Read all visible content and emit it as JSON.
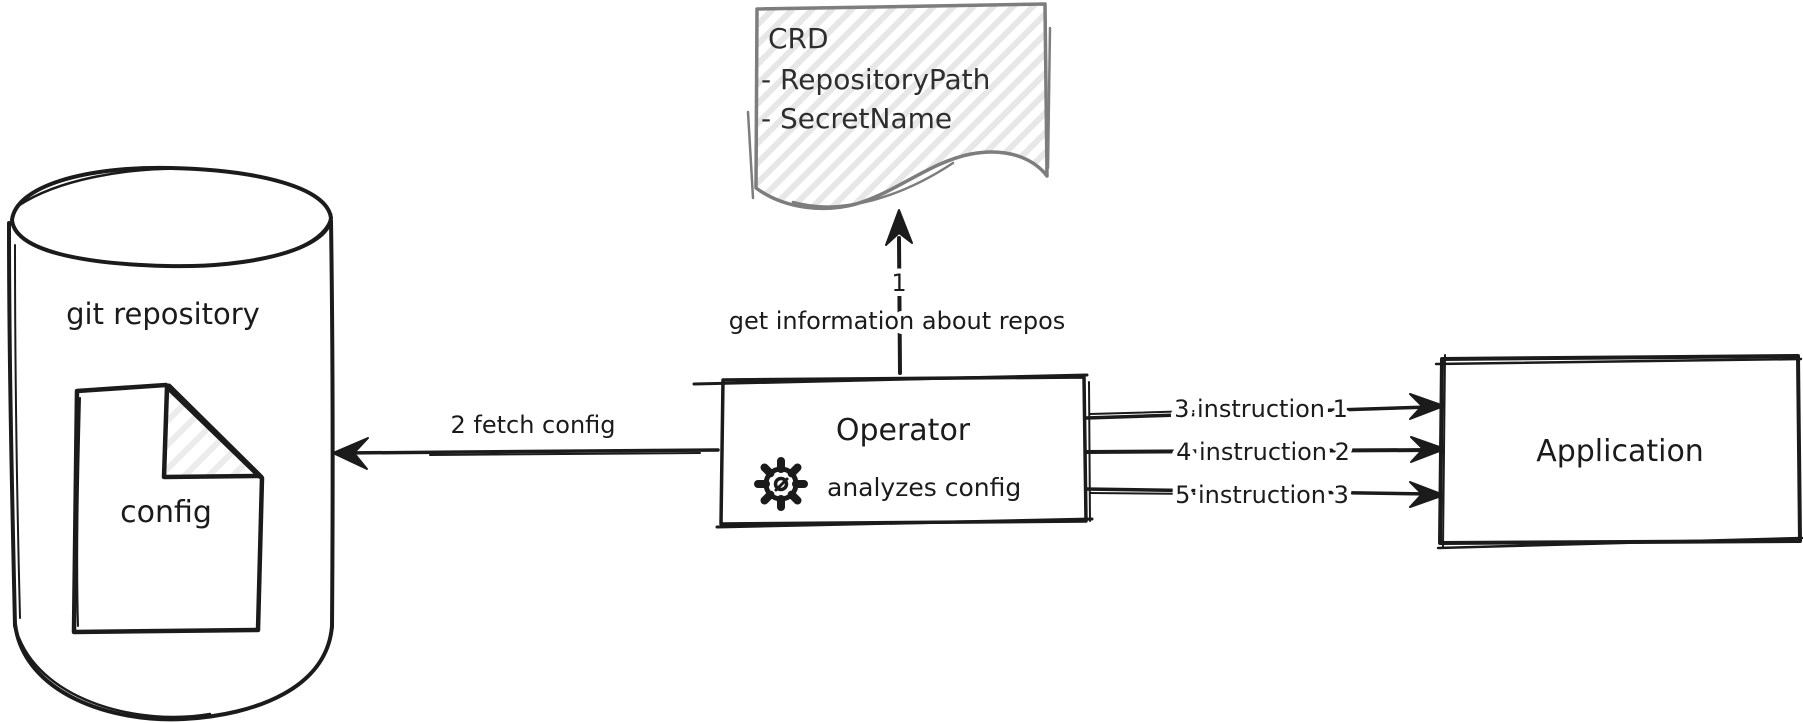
{
  "diagram": {
    "background_color": "#ffffff",
    "stroke_color": "#1b1b1b",
    "note_stroke_color": "#7d7d7d",
    "hatch_color": "#e7e7e7",
    "nodes": {
      "git_repository": {
        "shape": "cylinder",
        "label": "git repository"
      },
      "config": {
        "shape": "document",
        "label": "config"
      },
      "crd": {
        "shape": "note",
        "title": "CRD",
        "fields": [
          "- RepositoryPath",
          "- SecretName"
        ]
      },
      "operator": {
        "shape": "rectangle",
        "label": "Operator",
        "sublabel": "analyzes config",
        "icon": "gear-icon"
      },
      "application": {
        "shape": "rectangle",
        "label": "Application"
      }
    },
    "edges": {
      "get_info": {
        "number": "1",
        "label": "get information about repos",
        "from": "operator",
        "to": "crd"
      },
      "fetch_config": {
        "label": "2 fetch config",
        "from": "operator",
        "to": "git_repository"
      },
      "instruction_1": {
        "label": "3 instruction 1",
        "from": "operator",
        "to": "application"
      },
      "instruction_2": {
        "label": "4 instruction 2",
        "from": "operator",
        "to": "application"
      },
      "instruction_3": {
        "label": "5 instruction 3",
        "from": "operator",
        "to": "application"
      }
    }
  }
}
